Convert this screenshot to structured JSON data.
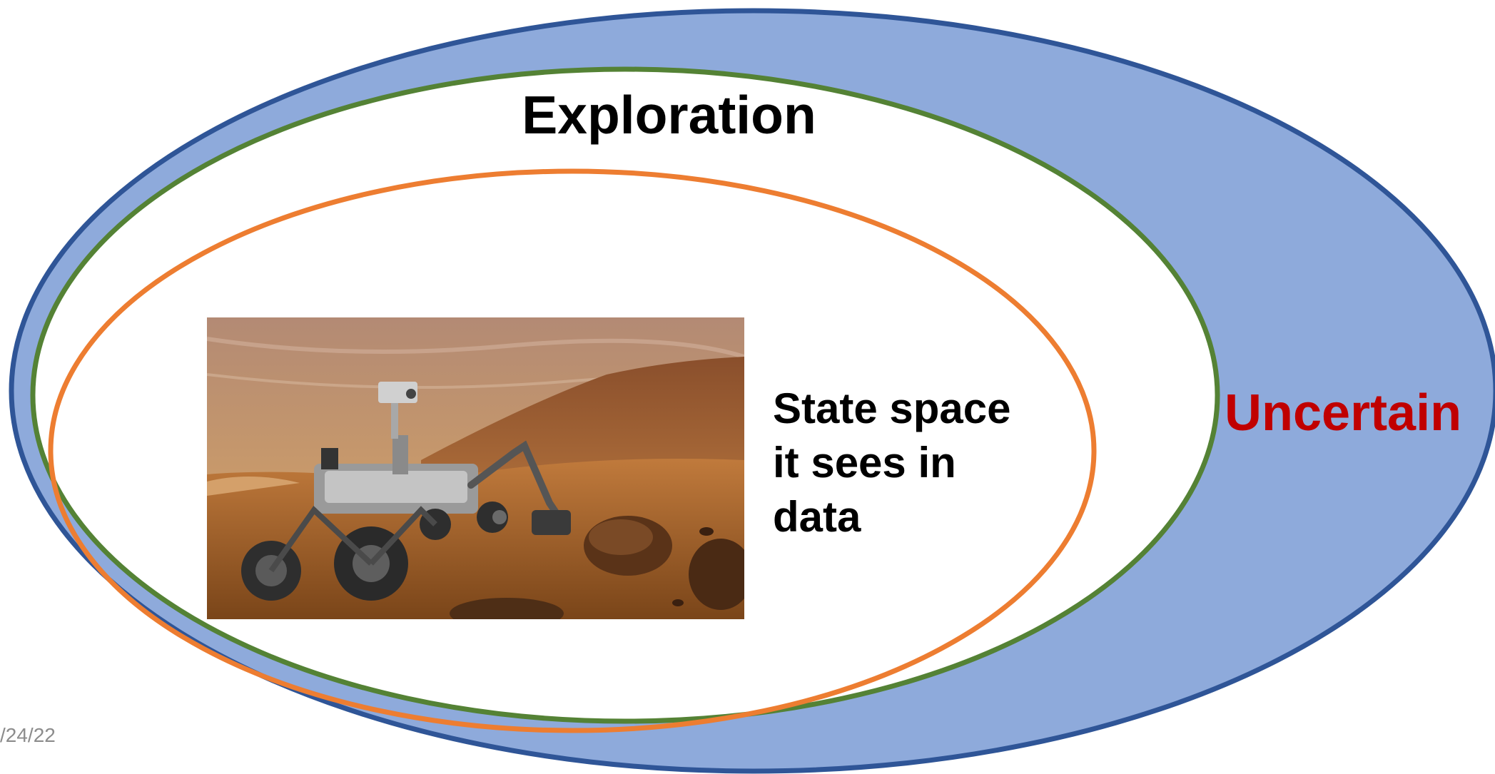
{
  "diagram": {
    "outer_label": "Uncertain",
    "middle_label": "Exploration",
    "inner_label_lines": [
      "State space",
      "it sees in",
      "data"
    ],
    "image_subject": "mars-rover-photo",
    "colors": {
      "outer_fill": "#8eaadb",
      "outer_stroke": "#2f5597",
      "middle_stroke": "#548235",
      "inner_stroke": "#ed7d31",
      "uncertain_text": "#c00000"
    }
  },
  "footer": {
    "date": "/24/22"
  }
}
